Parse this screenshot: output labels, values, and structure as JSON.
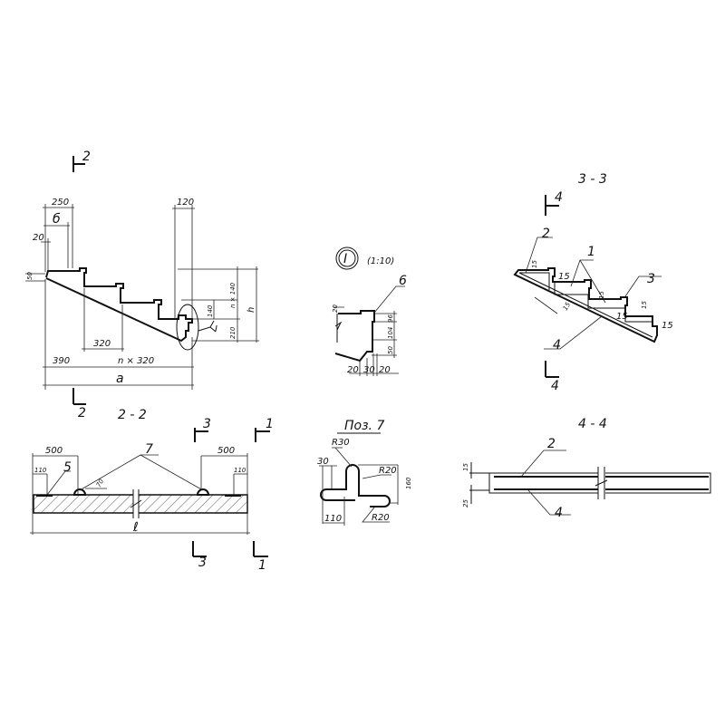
{
  "colors": {
    "ink": "#111111",
    "paper": "#ffffff"
  },
  "view_elevation": {
    "section_mark_top": "2",
    "section_mark_bottom": "2",
    "dims": {
      "d250": "250",
      "b": "б",
      "d20": "20",
      "d50": "50",
      "d120": "120",
      "d320": "320",
      "d390": "390",
      "n320": "n × 320",
      "a": "a",
      "d140": "140",
      "n140": "n × 140",
      "d210": "210",
      "h": "h"
    },
    "callout": "I"
  },
  "detail_I": {
    "marker": "I",
    "scale": "(1:10)",
    "leader": "6",
    "dims": {
      "d20top": "20",
      "d96a": "96",
      "d104": "104",
      "d50": "50",
      "b20l": "20",
      "b30": "30",
      "b20r": "20"
    }
  },
  "section_3_3": {
    "title": "3 - 3",
    "mark_top": "4",
    "mark_bottom": "4",
    "labels": {
      "l2": "2",
      "l1": "1",
      "l3": "3",
      "l4": "4",
      "a15": "15",
      "b15": "15",
      "c15": "15",
      "d15": "15",
      "e15": "15",
      "f15": "15",
      "g15": "15"
    }
  },
  "section_2_2": {
    "title": "2 - 2",
    "mark3_top": "3",
    "mark3_bottom": "3",
    "mark1_top": "1",
    "mark1_bottom": "1",
    "labels": {
      "l500a": "500",
      "l500b": "500",
      "l110a": "110",
      "l110b": "110",
      "l5": "5",
      "l7": "7",
      "l70": "70",
      "e": "ℓ"
    }
  },
  "pos7": {
    "title": "Поз. 7",
    "labels": {
      "r30": "R30",
      "r20a": "R20",
      "r20b": "R20",
      "d30": "30",
      "d110": "110",
      "d160": "160"
    }
  },
  "section_4_4": {
    "title": "4 - 4",
    "labels": {
      "l2": "2",
      "l4": "4",
      "d15": "15",
      "d25": "25"
    }
  }
}
